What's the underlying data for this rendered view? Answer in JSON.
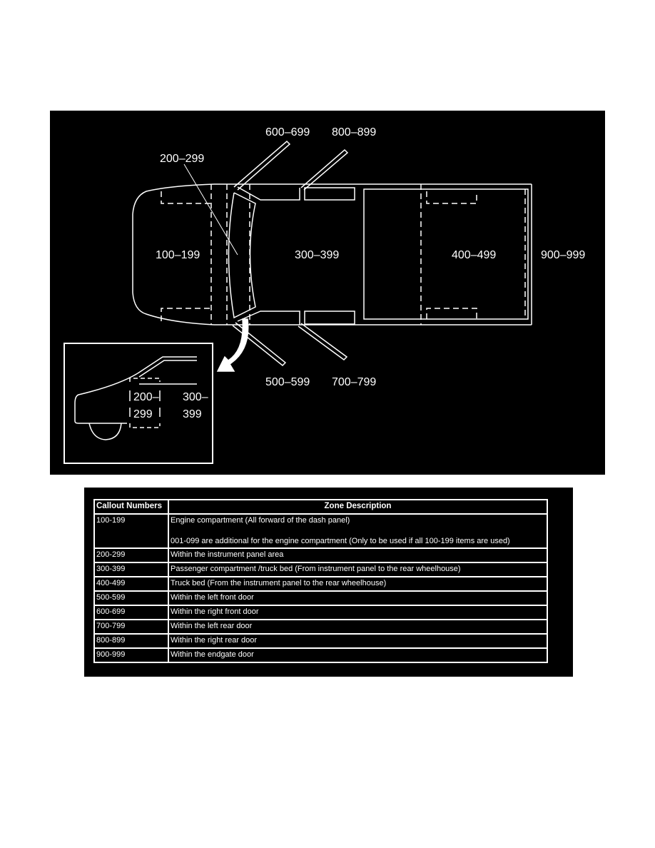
{
  "diagram": {
    "labels": {
      "z100": "100–199",
      "z200": "200–299",
      "z300": "300–399",
      "z400": "400–499",
      "z500": "500–599",
      "z600": "600–699",
      "z700": "700–799",
      "z800": "800–899",
      "z900": "900–999"
    },
    "inset": {
      "l200a": "200–",
      "l200b": "299",
      "l300a": "300–",
      "l300b": "399"
    }
  },
  "table": {
    "headers": [
      "Callout Numbers",
      "Zone Description"
    ],
    "row1": {
      "callout": "100-199",
      "line1": "Engine compartment (All forward of the dash panel)",
      "line2": "001-099 are additional for the engine compartment (Only to be used if all 100-199 items are used)"
    },
    "rows": [
      {
        "callout": "200-299",
        "desc": "Within the instrument panel area"
      },
      {
        "callout": "300-399",
        "desc": "Passenger compartment /truck bed (From instrument panel to the rear wheelhouse)"
      },
      {
        "callout": "400-499",
        "desc": "Truck bed (From the instrument panel to the rear wheelhouse)"
      },
      {
        "callout": "500-599",
        "desc": "Within the left front door"
      },
      {
        "callout": "600-699",
        "desc": "Within the right front door"
      },
      {
        "callout": "700-799",
        "desc": "Within the left rear door"
      },
      {
        "callout": "800-899",
        "desc": "Within the right rear door"
      },
      {
        "callout": "900-999",
        "desc": "Within the endgate door"
      }
    ]
  }
}
